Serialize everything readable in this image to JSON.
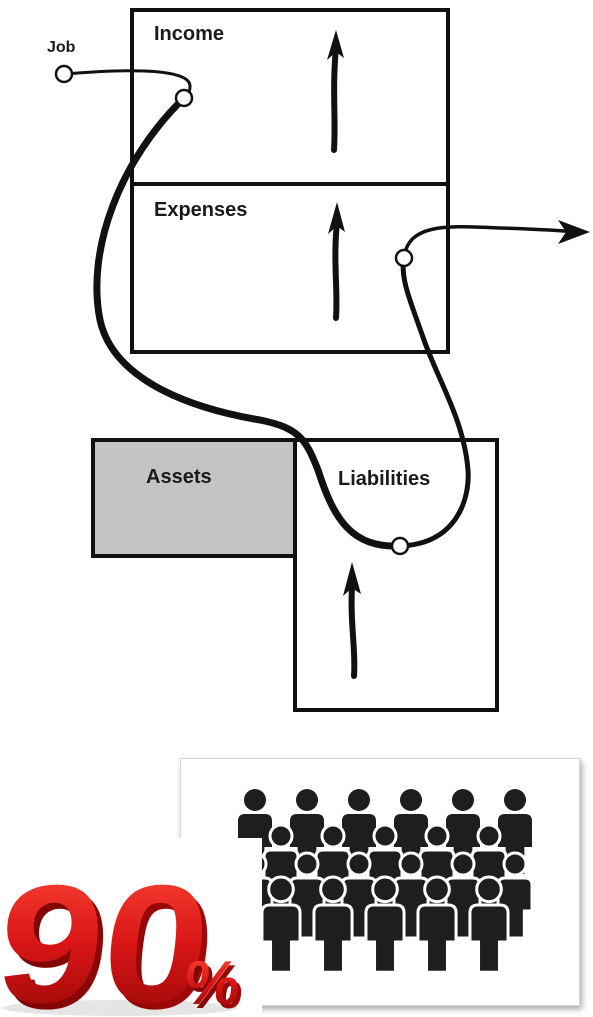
{
  "diagram": {
    "job_label": "Job",
    "boxes": {
      "income": "Income",
      "expenses": "Expenses",
      "assets": "Assets",
      "liabilities": "Liabilities"
    },
    "colors": {
      "line": "#111111",
      "assets_fill": "#c4c4c4",
      "box_fill": "#ffffff"
    }
  },
  "statistic": {
    "number": "90",
    "symbol": "%",
    "color": "#d91515"
  },
  "crowd": {
    "icon": "crowd-of-people-icon",
    "color": "#1e1e1e"
  }
}
